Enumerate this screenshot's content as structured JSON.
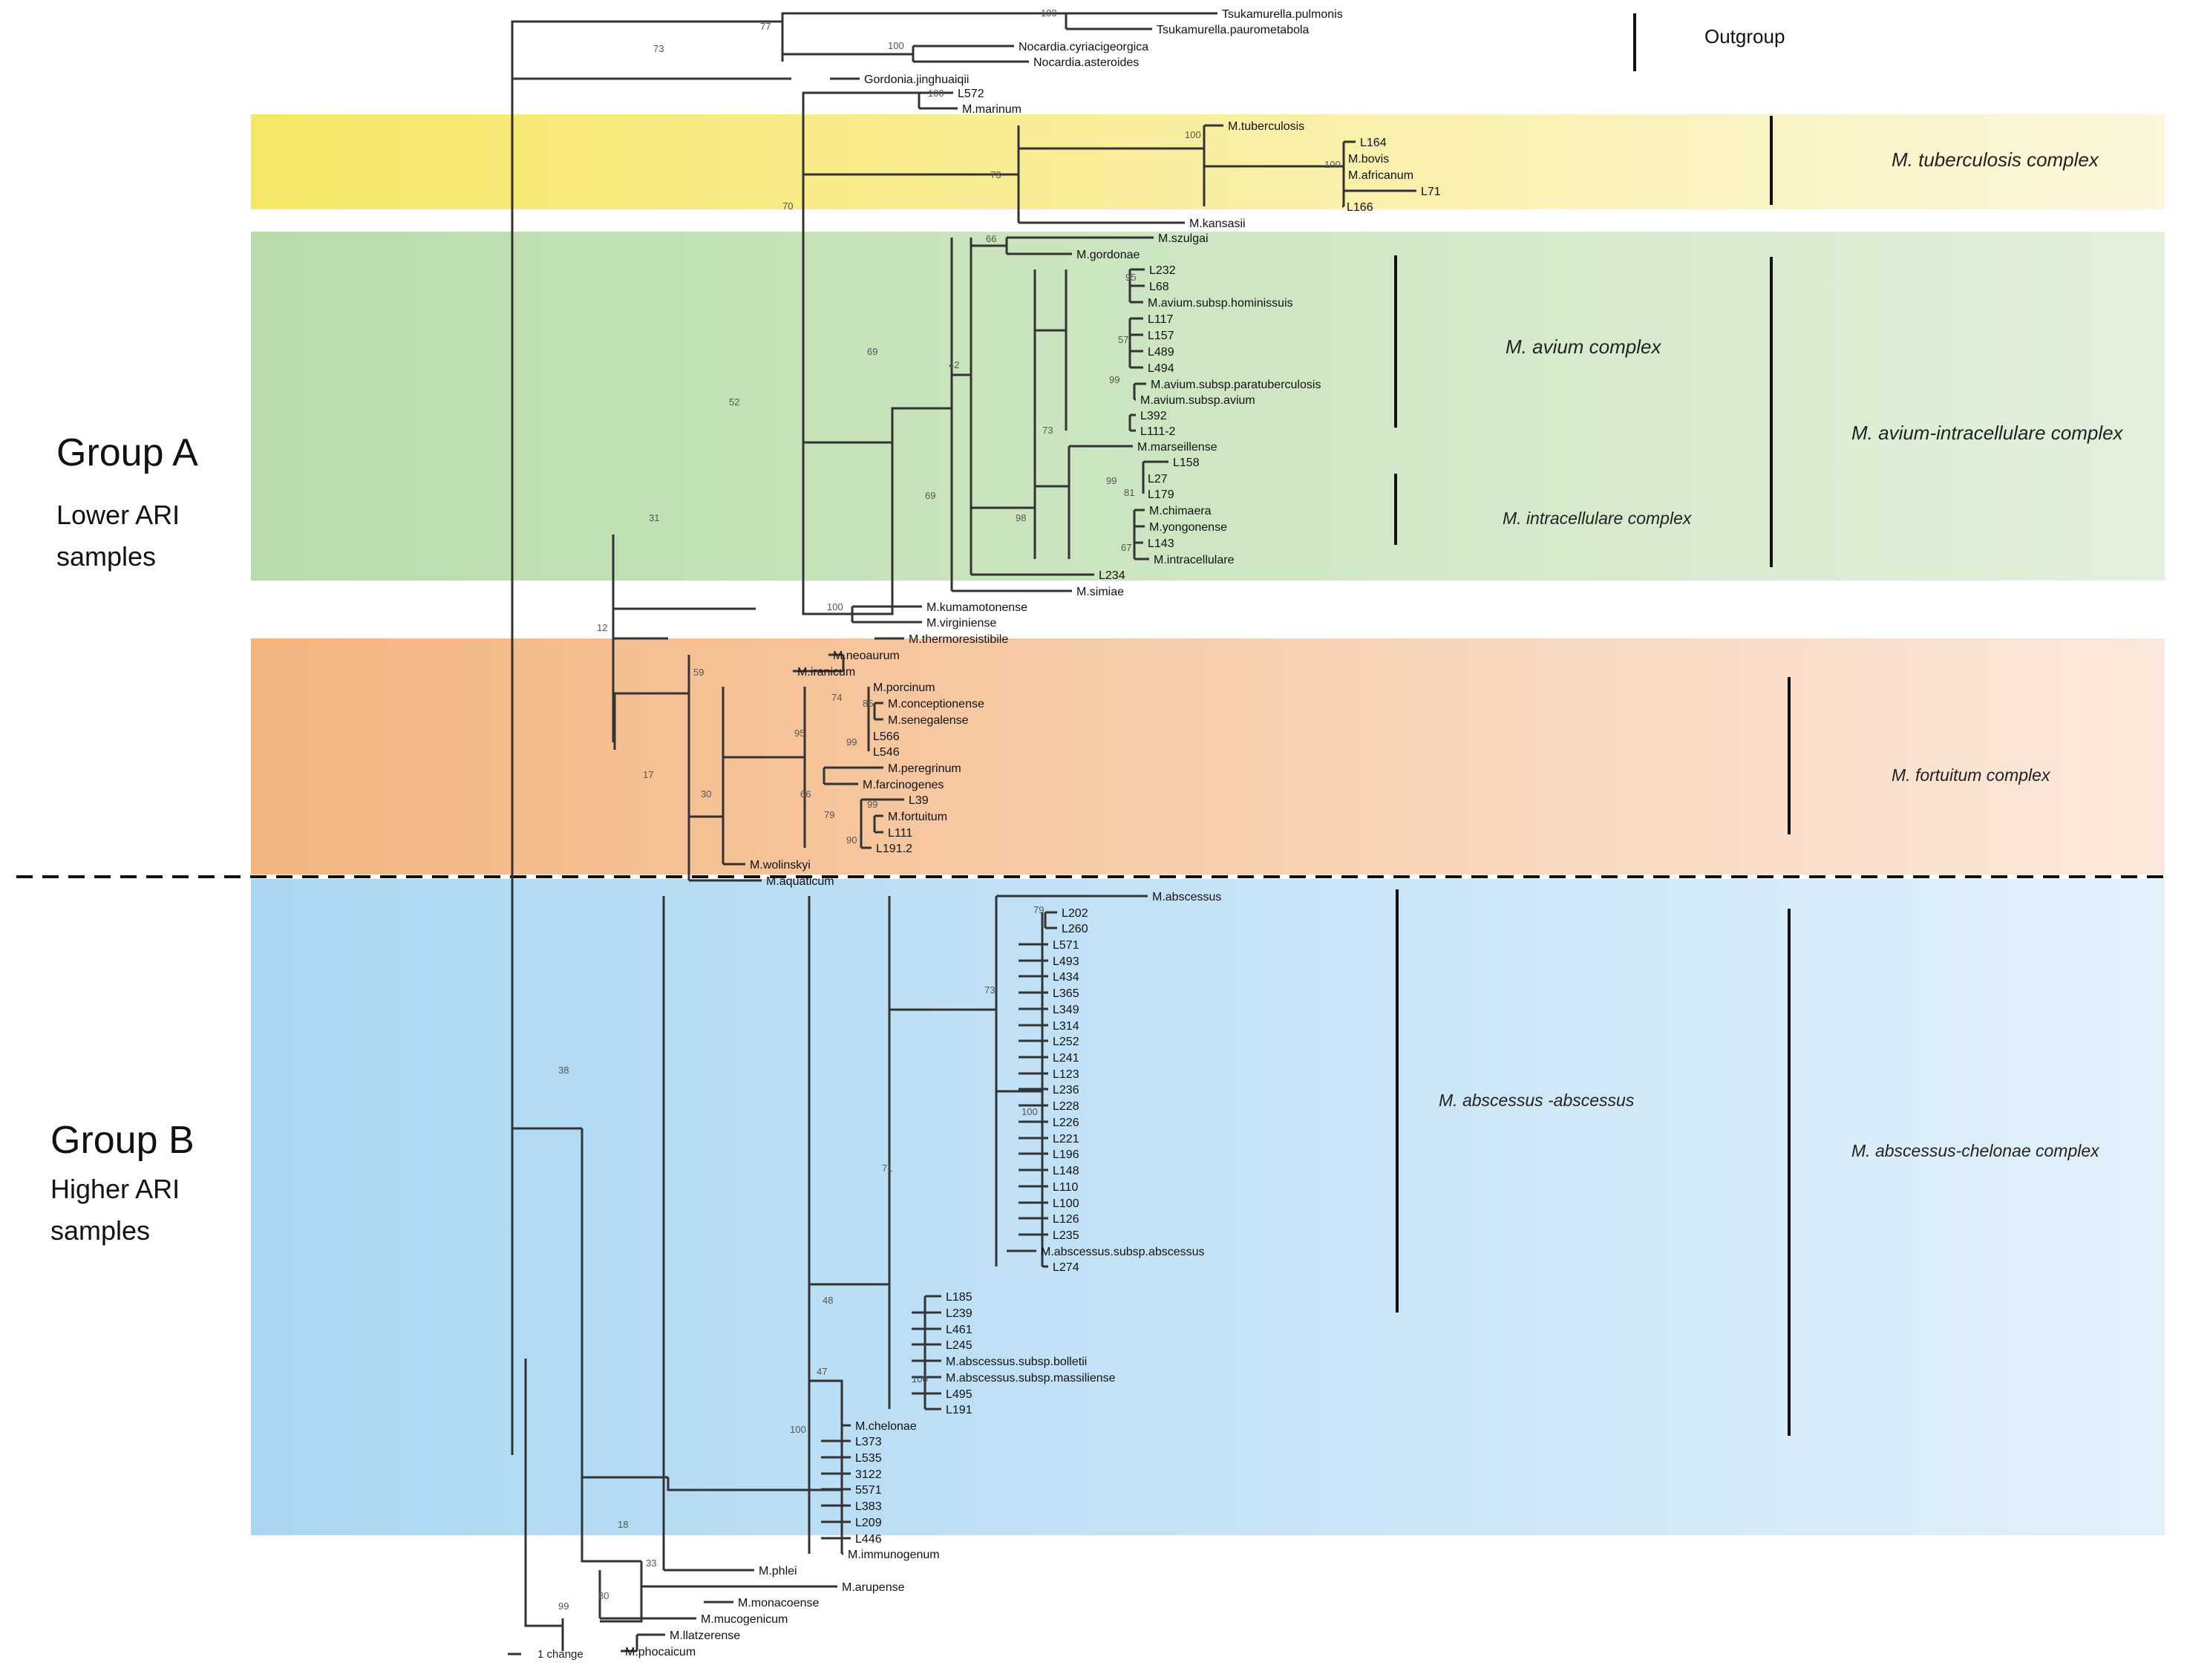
{
  "colors": {
    "outgroup_band": "#ffffff",
    "tuberculosis_band_start": "#f6e766",
    "tuberculosis_band_end": "#fbf6dc",
    "avium_band_start": "#b9dcab",
    "avium_band_end": "#e3f0dc",
    "fortuitum_band_start": "#f3b57f",
    "fortuitum_band_end": "#fbe8dc",
    "abscessus_band_start": "#a9d6f2",
    "abscessus_band_end": "#e2f0fa",
    "branch": "#333333",
    "divider": "#111111"
  },
  "groups": {
    "a": {
      "title": "Group A",
      "subtitle_line1": "Lower ARI",
      "subtitle_line2": "samples"
    },
    "b": {
      "title": "Group B",
      "subtitle_line1": "Higher ARI",
      "subtitle_line2": "samples"
    }
  },
  "complexes": {
    "outgroup": "Outgroup",
    "tuberculosis": "M. tuberculosis complex",
    "avium": "M. avium complex",
    "avium_intracellulare": "M. avium-intracellulare complex",
    "intracellulare": "M. intracellulare complex",
    "fortuitum": "M. fortuitum complex",
    "abscessus_abscessus": "M. abscessus -abscessus",
    "abscessus_chelonae": "M. abscessus-chelonae complex"
  },
  "scale_label": "1 change",
  "taxa": [
    "Tsukamurella.pulmonis",
    "Tsukamurella.paurometabola",
    "Nocardia.cyriacigeorgica",
    "Nocardia.asteroides",
    "Gordonia.jinghuaiqii",
    "L572",
    "M.marinum",
    "M.tuberculosis",
    "L164",
    "M.bovis",
    "M.africanum",
    "L71",
    "L166",
    "M.kansasii",
    "M.szulgai",
    "M.gordonae",
    "L232",
    "L68",
    "M.avium.subsp.hominissuis",
    "L117",
    "L157",
    "L489",
    "L494",
    "M.avium.subsp.paratuberculosis",
    "M.avium.subsp.avium",
    "L392",
    "L111-2",
    "M.marseillense",
    "L158",
    "L27",
    "L179",
    "M.chimaera",
    "M.yongonense",
    "L143",
    "M.intracellulare",
    "L234",
    "M.simiae",
    "M.kumamotonense",
    "M.virginiense",
    "M.thermoresistibile",
    "M.neoaurum",
    "M.iranicum",
    "M.porcinum",
    "M.conceptionense",
    "M.senegalense",
    "L566",
    "L546",
    "M.peregrinum",
    "M.farcinogenes",
    "L39",
    "M.fortuitum",
    "L111",
    "L191.2",
    "M.wolinskyi",
    "M.aquaticum",
    "M.abscessus",
    "L202",
    "L260",
    "L571",
    "L493",
    "L434",
    "L365",
    "L349",
    "L314",
    "L252",
    "L241",
    "L123",
    "L236",
    "L228",
    "L226",
    "L221",
    "L196",
    "L148",
    "L110",
    "L100",
    "L126",
    "L235",
    "M.abscessus.subsp.abscessus",
    "L274",
    "L185",
    "L239",
    "L461",
    "L245",
    "M.abscessus.subsp.bolletii",
    "M.abscessus.subsp.massiliense",
    "L495",
    "L191",
    "M.chelonae",
    "L373",
    "L535",
    "3122",
    "5571",
    "L383",
    "L209",
    "L446",
    "M.immunogenum",
    "M.phlei",
    "M.arupense",
    "M.monacoense",
    "M.mucogenicum",
    "M.llatzerense",
    "M.phocaicum"
  ],
  "bootstrap": [
    "100",
    "77",
    "73",
    "100",
    "100",
    "100",
    "100",
    "73",
    "70",
    "66",
    "95",
    "57",
    "99",
    "69",
    "42",
    "73",
    "99",
    "81",
    "67",
    "98",
    "69",
    "52",
    "31",
    "100",
    "12",
    "59",
    "74",
    "85",
    "99",
    "95",
    "66",
    "79",
    "99",
    "90",
    "30",
    "17",
    "79",
    "73",
    "100",
    "71",
    "48",
    "47",
    "100",
    "100",
    "18",
    "33",
    "80",
    "99",
    "38"
  ]
}
